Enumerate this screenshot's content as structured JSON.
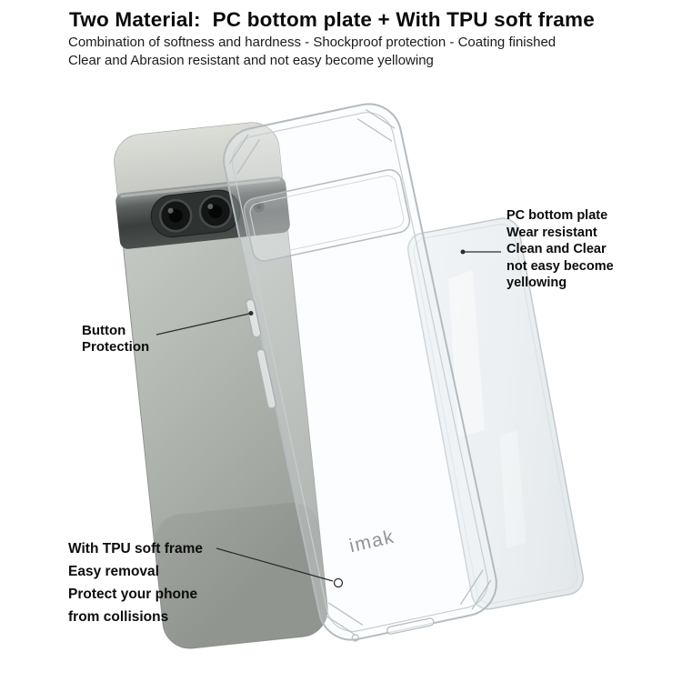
{
  "header": {
    "title": "Two Material:  PC bottom plate + With TPU soft frame",
    "subtitle_lines": [
      "Combination of softness and hardness - Shockproof protection - Coating finished",
      "Clear and Abrasion resistant and not easy become yellowing"
    ]
  },
  "labels": {
    "button_protection": {
      "lines": [
        "Button",
        "Protection"
      ]
    },
    "pc_plate": {
      "lines": [
        "PC bottom plate",
        "Wear resistant",
        "Clean and Clear",
        "not easy become",
        "yellowing"
      ]
    },
    "tpu_frame": {
      "lines": [
        "With TPU soft frame",
        "Easy removal",
        "Protect your phone",
        "from collisions"
      ]
    }
  },
  "figure": {
    "watermark": "imak",
    "parts": [
      "gray-phone-back",
      "transparent-tpu-case",
      "clear-pc-bottom-plate"
    ]
  },
  "colors": {
    "background": "#ffffff",
    "text": "#111111",
    "phone_gray": "#b6bbb5",
    "visor_dark": "#3a3e3c",
    "case_outline": "#b3bbc0",
    "plate_fill": "#dde4e8",
    "leader_line": "#2d2d2d",
    "watermark_gray": "#8e969b"
  }
}
